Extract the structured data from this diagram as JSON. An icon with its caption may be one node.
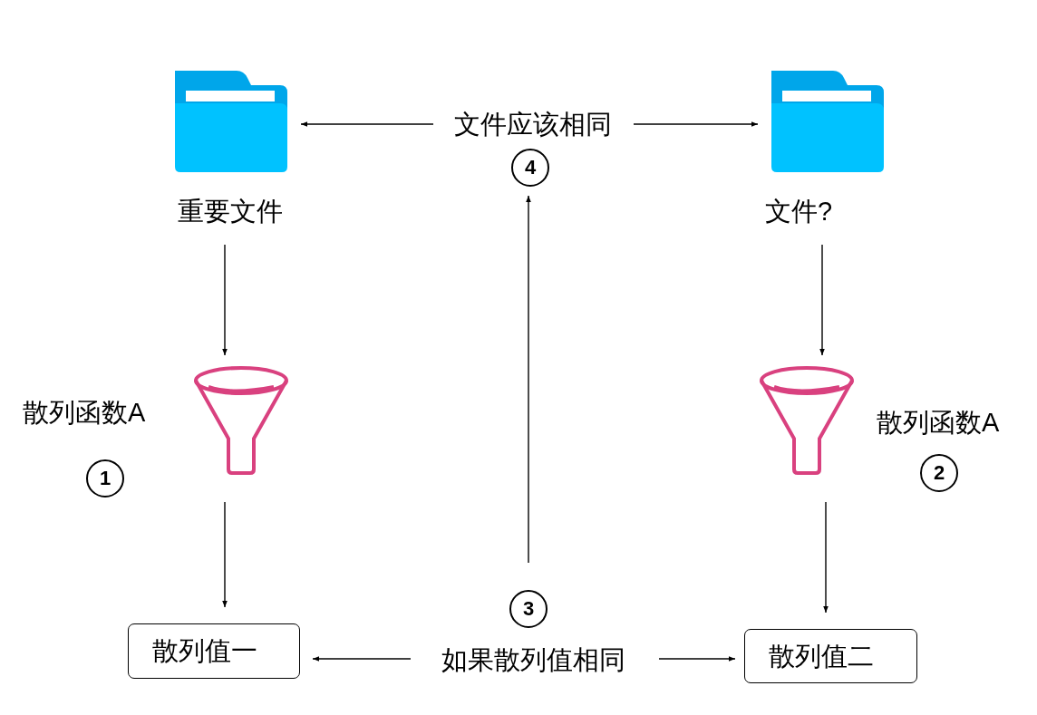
{
  "diagram": {
    "nodes": [
      {
        "text": [
          "重要文件"
        ]
      },
      {
        "text": [
          "文件应该相同"
        ]
      },
      {
        "text": [
          "文件?"
        ]
      },
      {
        "text": [
          "4"
        ]
      },
      {
        "text": [],
        "shape": "funnel",
        "beside": [
          "散列函数A"
        ]
      },
      {
        "text": [
          "1"
        ]
      },
      {
        "text": [],
        "shape": "funnel",
        "beside": [
          "散列函数A"
        ]
      },
      {
        "text": [
          "2"
        ]
      },
      {
        "text": [
          "3"
        ]
      },
      {
        "text": [
          "散列值一"
        ]
      },
      {
        "text": [
          "如果散列值相同"
        ]
      },
      {
        "text": [
          "散列值二"
        ]
      }
    ],
    "edges": [
      {
        "from": 1,
        "to": 0,
        "arrow": "to"
      },
      {
        "from": 1,
        "to": 2,
        "arrow": "to"
      },
      {
        "from": 0,
        "to": 4,
        "arrow": "to"
      },
      {
        "from": 4,
        "to": 9,
        "arrow": "to"
      },
      {
        "from": 2,
        "to": 6,
        "arrow": "to"
      },
      {
        "from": 6,
        "to": 11,
        "arrow": "to"
      },
      {
        "from": 10,
        "to": 9,
        "arrow": "to"
      },
      {
        "from": 10,
        "to": 11,
        "arrow": "to"
      },
      {
        "from": 8,
        "to": 3,
        "arrow": "to"
      }
    ]
  }
}
